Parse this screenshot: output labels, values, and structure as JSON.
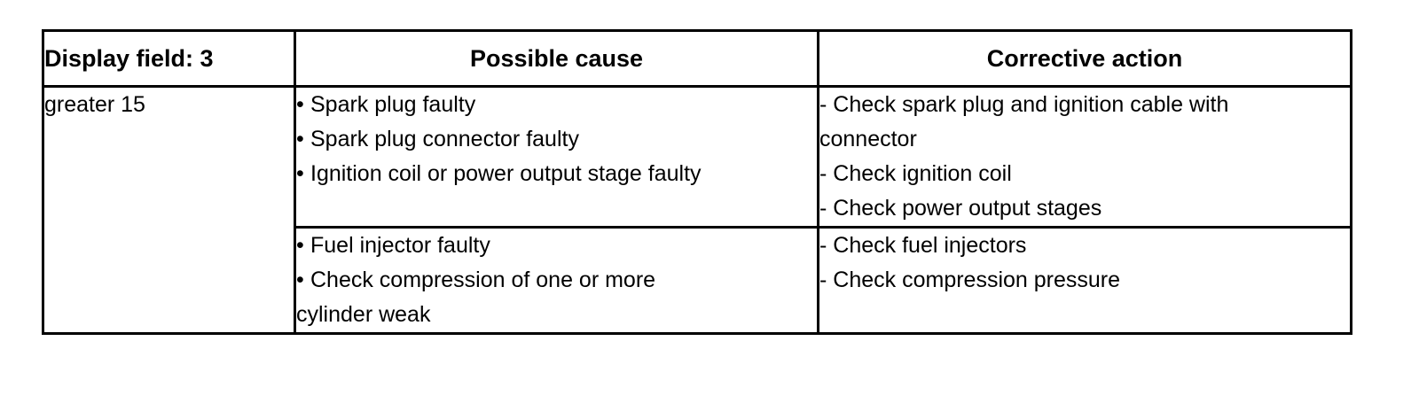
{
  "table": {
    "columns": [
      {
        "key": "display_field",
        "label": "Display field: 3",
        "align": "left"
      },
      {
        "key": "possible_cause",
        "label": "Possible cause",
        "align": "center"
      },
      {
        "key": "corrective_action",
        "label": "Corrective action",
        "align": "center"
      }
    ],
    "display_field_value": "greater 15",
    "bullet_glyph": "•",
    "dash_glyph": "-",
    "rows": [
      {
        "possible_cause": [
          {
            "marker": "•",
            "text": "Spark plug faulty"
          },
          {
            "marker": "•",
            "text": "Spark plug connector faulty"
          },
          {
            "marker": "•",
            "text": "Ignition coil or power output stage faulty"
          }
        ],
        "corrective_action": [
          {
            "marker": "-",
            "text": "Check spark plug and ignition cable with"
          },
          {
            "marker": "",
            "text": "connector"
          },
          {
            "marker": "-",
            "text": "Check ignition coil"
          },
          {
            "marker": "-",
            "text": "Check power output stages"
          }
        ]
      },
      {
        "possible_cause": [
          {
            "marker": "•",
            "text": "Fuel injector faulty"
          },
          {
            "marker": "•",
            "text": "Check compression of one or more"
          },
          {
            "marker": "",
            "text": "cylinder weak"
          }
        ],
        "corrective_action": [
          {
            "marker": "-",
            "text": "Check fuel injectors"
          },
          {
            "marker": "-",
            "text": "Check compression pressure"
          }
        ]
      }
    ]
  },
  "colors": {
    "background": "#ffffff",
    "text": "#000000",
    "border": "#000000"
  }
}
